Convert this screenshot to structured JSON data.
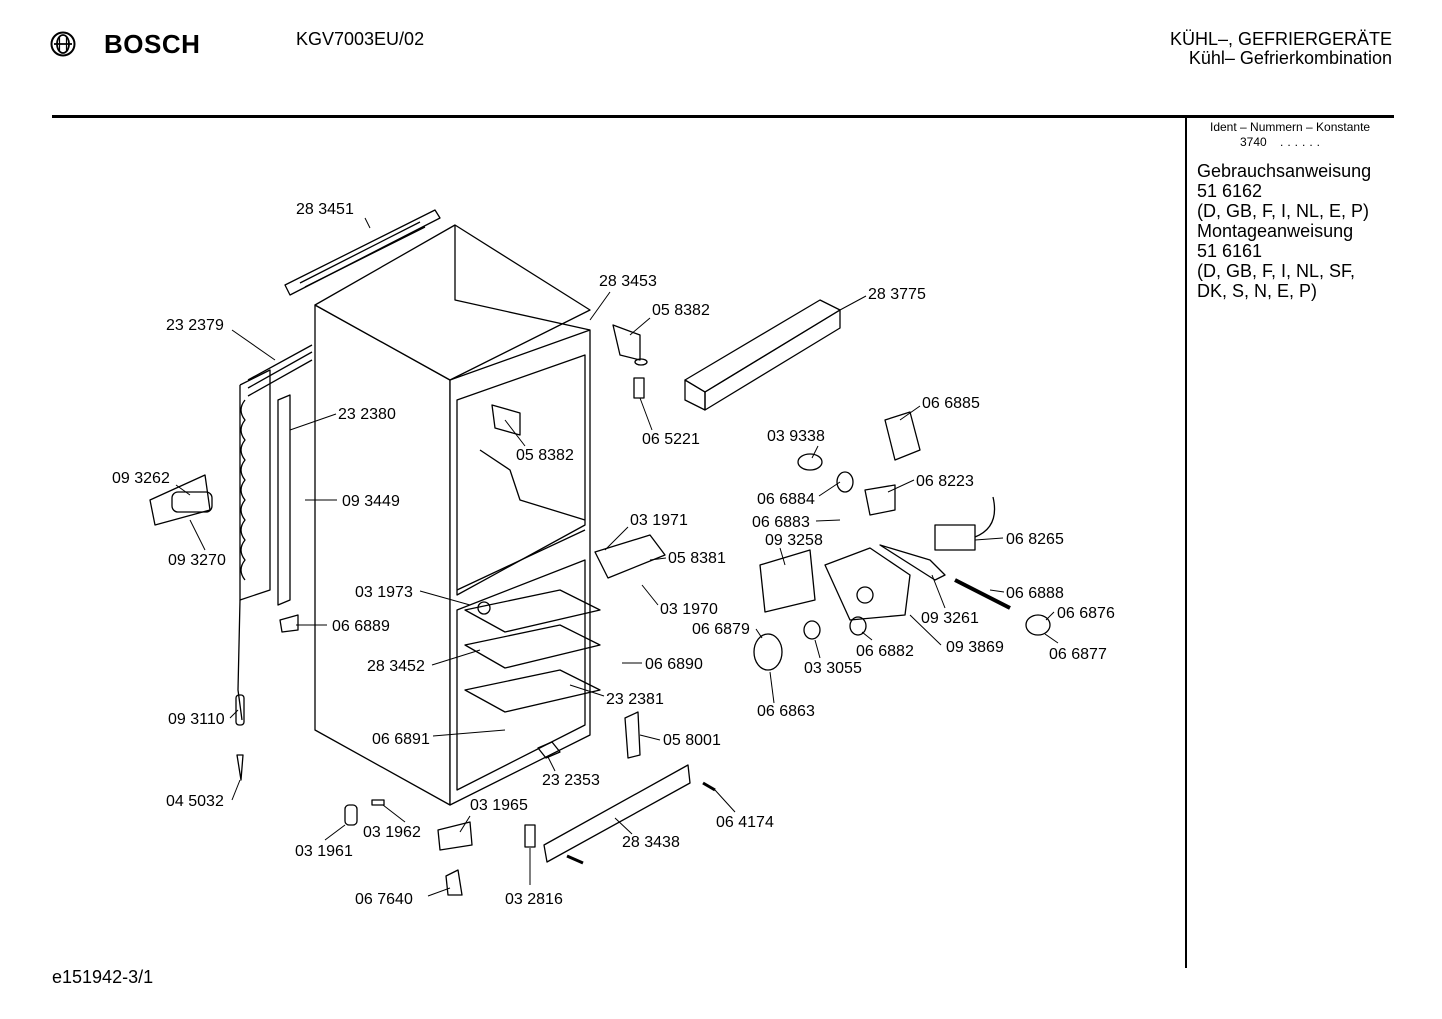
{
  "header": {
    "brand": "BOSCH",
    "model": "KGV7003EU/02",
    "category_line1": "KÜHL–, GEFRIERGERÄTE",
    "category_line2": "Kühl– Gefrierkombination"
  },
  "sidebar": {
    "ident_label": "Ident – Nummern – Konstante",
    "ident_value": "3740",
    "ident_dots": "......",
    "lines": [
      "Gebrauchsanweisung",
      "51 6162",
      "(D, GB, F, I, NL, E, P)",
      "Montageanweisung",
      "51 6161",
      "(D, GB, F, I, NL, SF,",
      "DK, S, N, E, P)"
    ]
  },
  "footer": {
    "code": "e151942-3/1"
  },
  "parts": [
    "28 3451",
    "23 2379",
    "23 2380",
    "09 3262",
    "09 3449",
    "09 3270",
    "28 3453",
    "05 8382",
    "05 8382",
    "06 5221",
    "28 3775",
    "06 6885",
    "03 9338",
    "06 8223",
    "06 6884",
    "06 6883",
    "09 3258",
    "06 8265",
    "03 1971",
    "05 8381",
    "03 1970",
    "03 1973",
    "06 6889",
    "06 6888",
    "09 3261",
    "06 6876",
    "06 6879",
    "06 6882",
    "09 3869",
    "06 6877",
    "28 3452",
    "06 6890",
    "03 3055",
    "23 2381",
    "09 3110",
    "06 6863",
    "06 6891",
    "05 8001",
    "23 2353",
    "04 5032",
    "03 1965",
    "06 4174",
    "03 1962",
    "28 3438",
    "03 1961",
    "06 7640",
    "03 2816"
  ]
}
